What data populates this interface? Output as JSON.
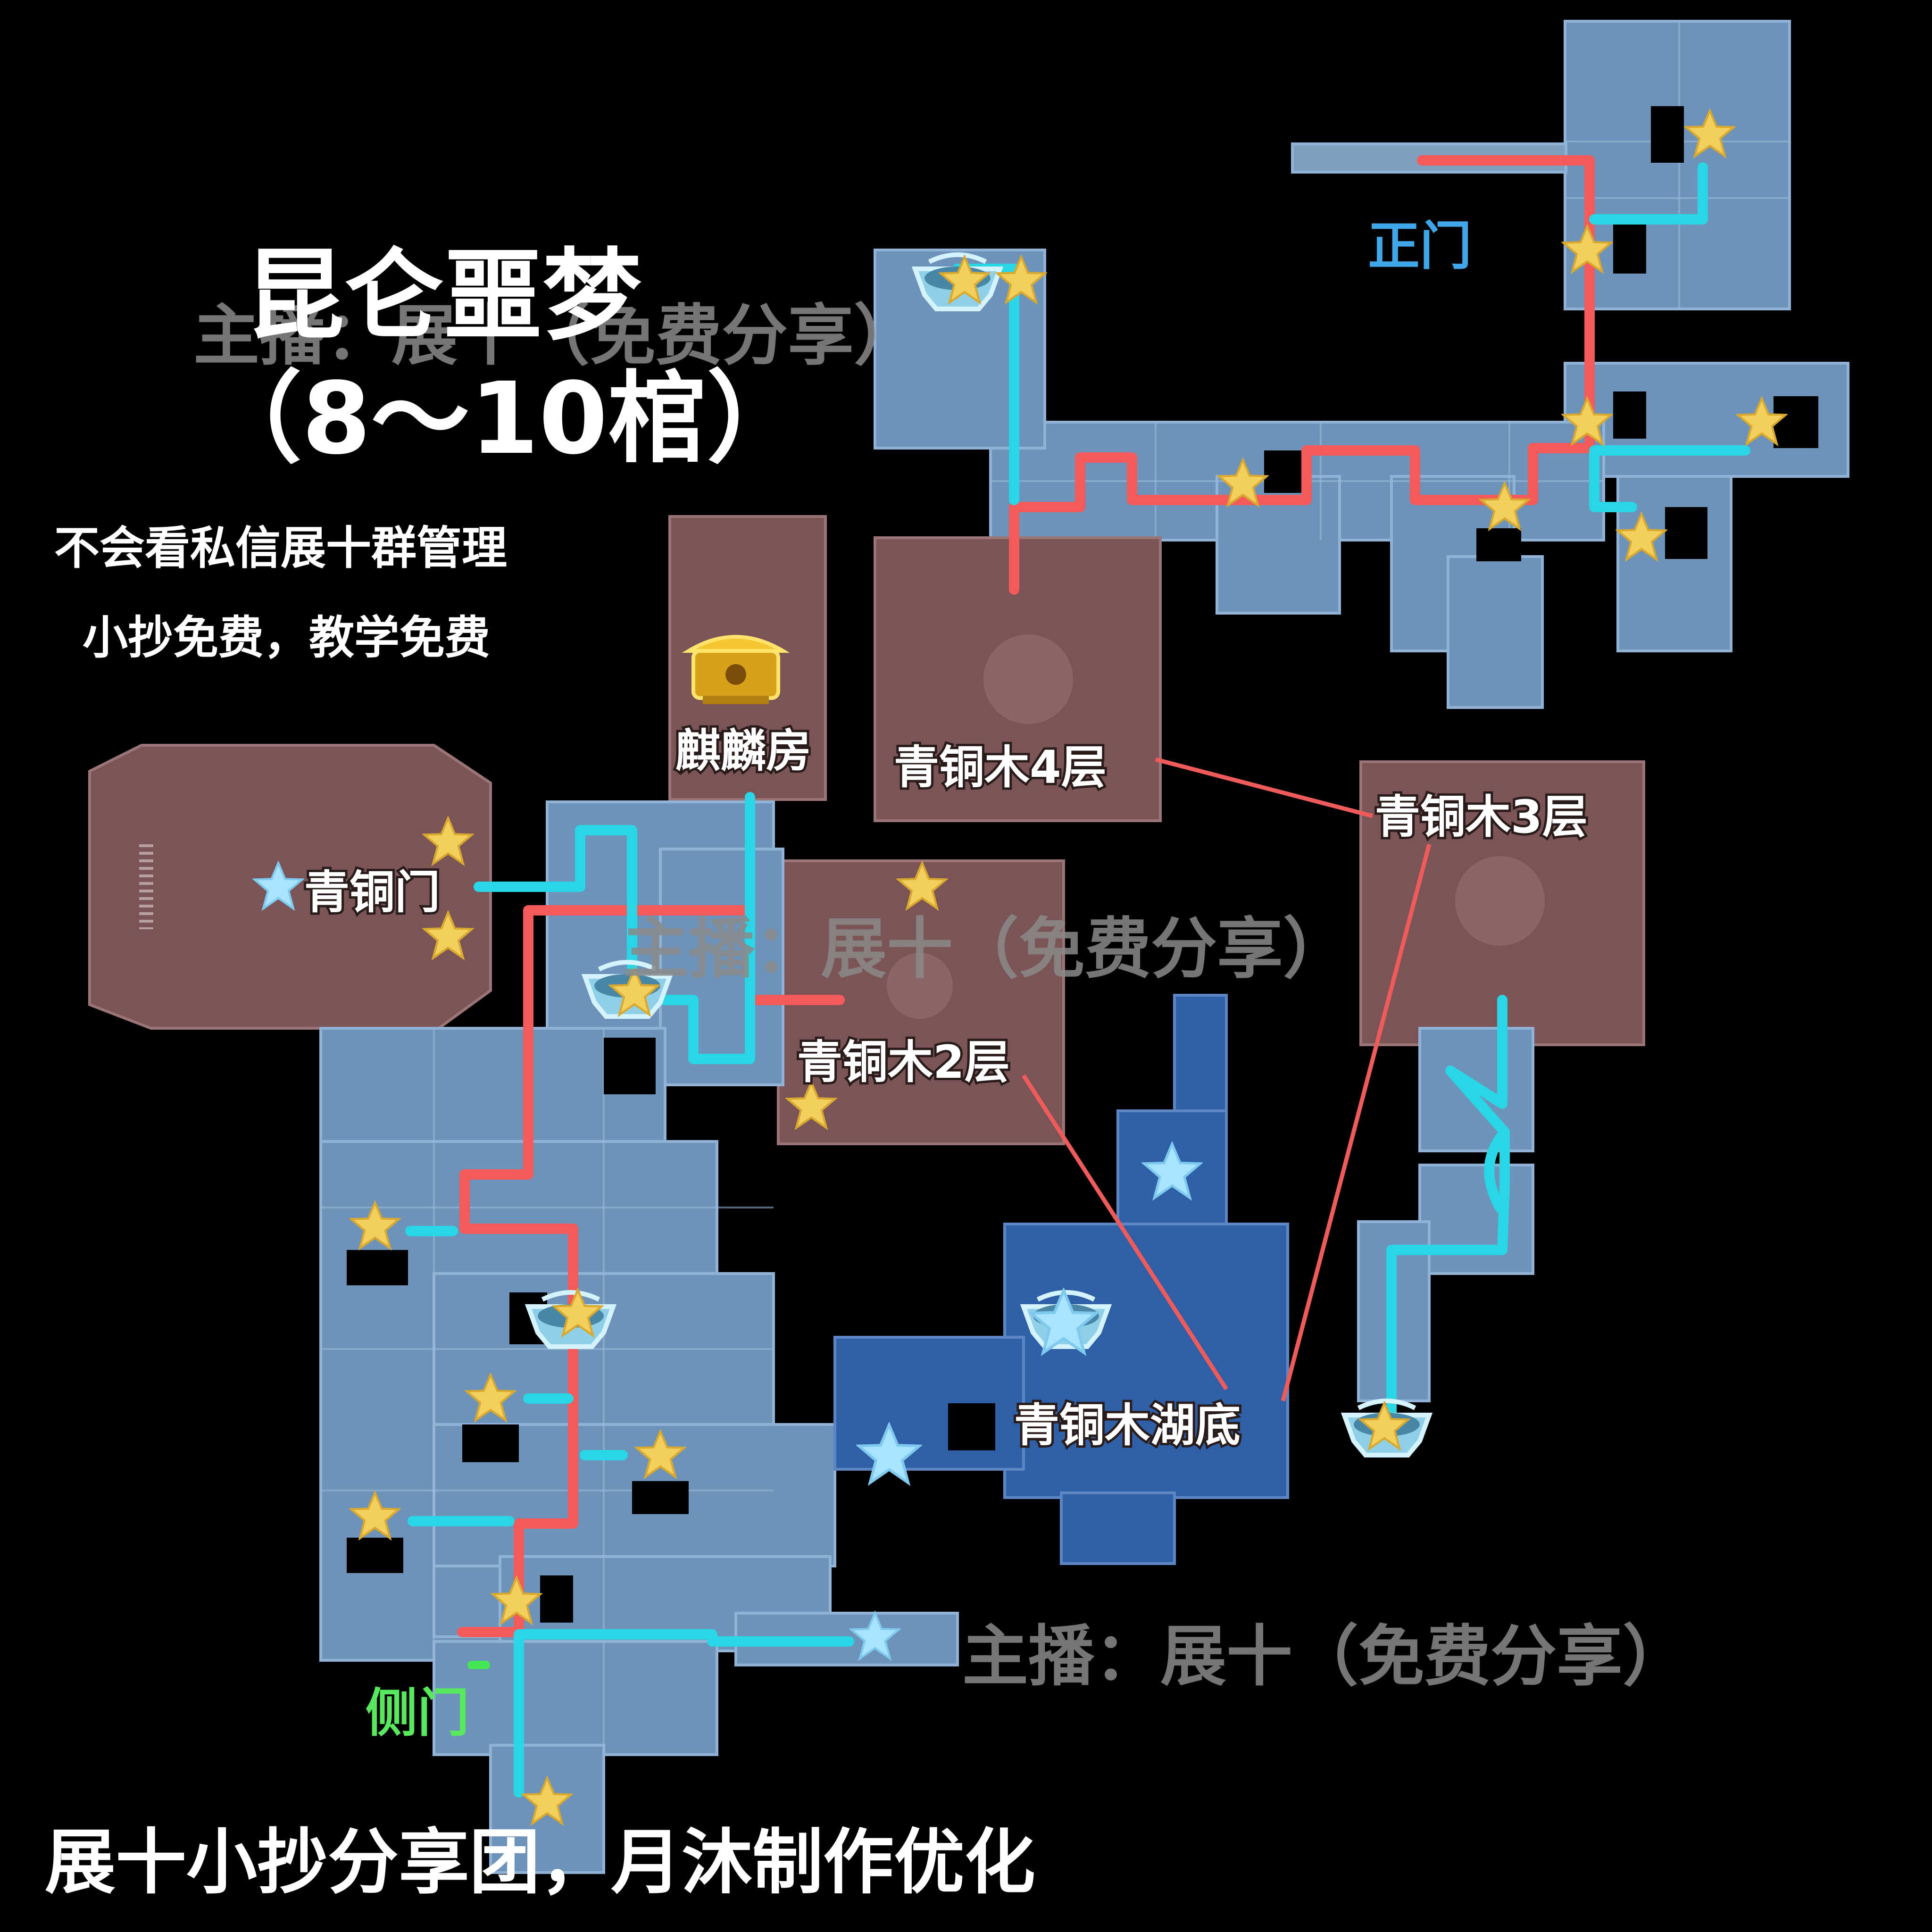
{
  "title": {
    "main": "昆仑噩梦",
    "sub": "（8～10棺）"
  },
  "notes": [
    "不会看私信展十群管理",
    "小抄免费，教学免费"
  ],
  "footer": "展十小抄分享团，月沐制作优化",
  "watermark": "主播：展十（免费分享）",
  "doors": {
    "main_door": "正门",
    "side_door": "侧门"
  },
  "rooms": {
    "qilin": "麒麟房",
    "bronze_gate": "青铜门",
    "tree_4f": "青铜木4层",
    "tree_3f": "青铜木3层",
    "tree_2f": "青铜木2层",
    "tree_lake": "青铜木湖底"
  },
  "colors": {
    "background": "#000000",
    "route_primary": "#f45a5a",
    "route_secondary": "#28d6e6",
    "side_route": "#45e655",
    "room_blue": "#6d93ba",
    "room_red": "#7a5456",
    "room_lake": "#2f5fa6",
    "star_gold": "#f3cf5e",
    "star_blue": "#a8e3ff"
  },
  "icons": {
    "chest": "treasure-chest-icon",
    "star": "star-icon",
    "teleport": "teleport-pad-icon"
  }
}
